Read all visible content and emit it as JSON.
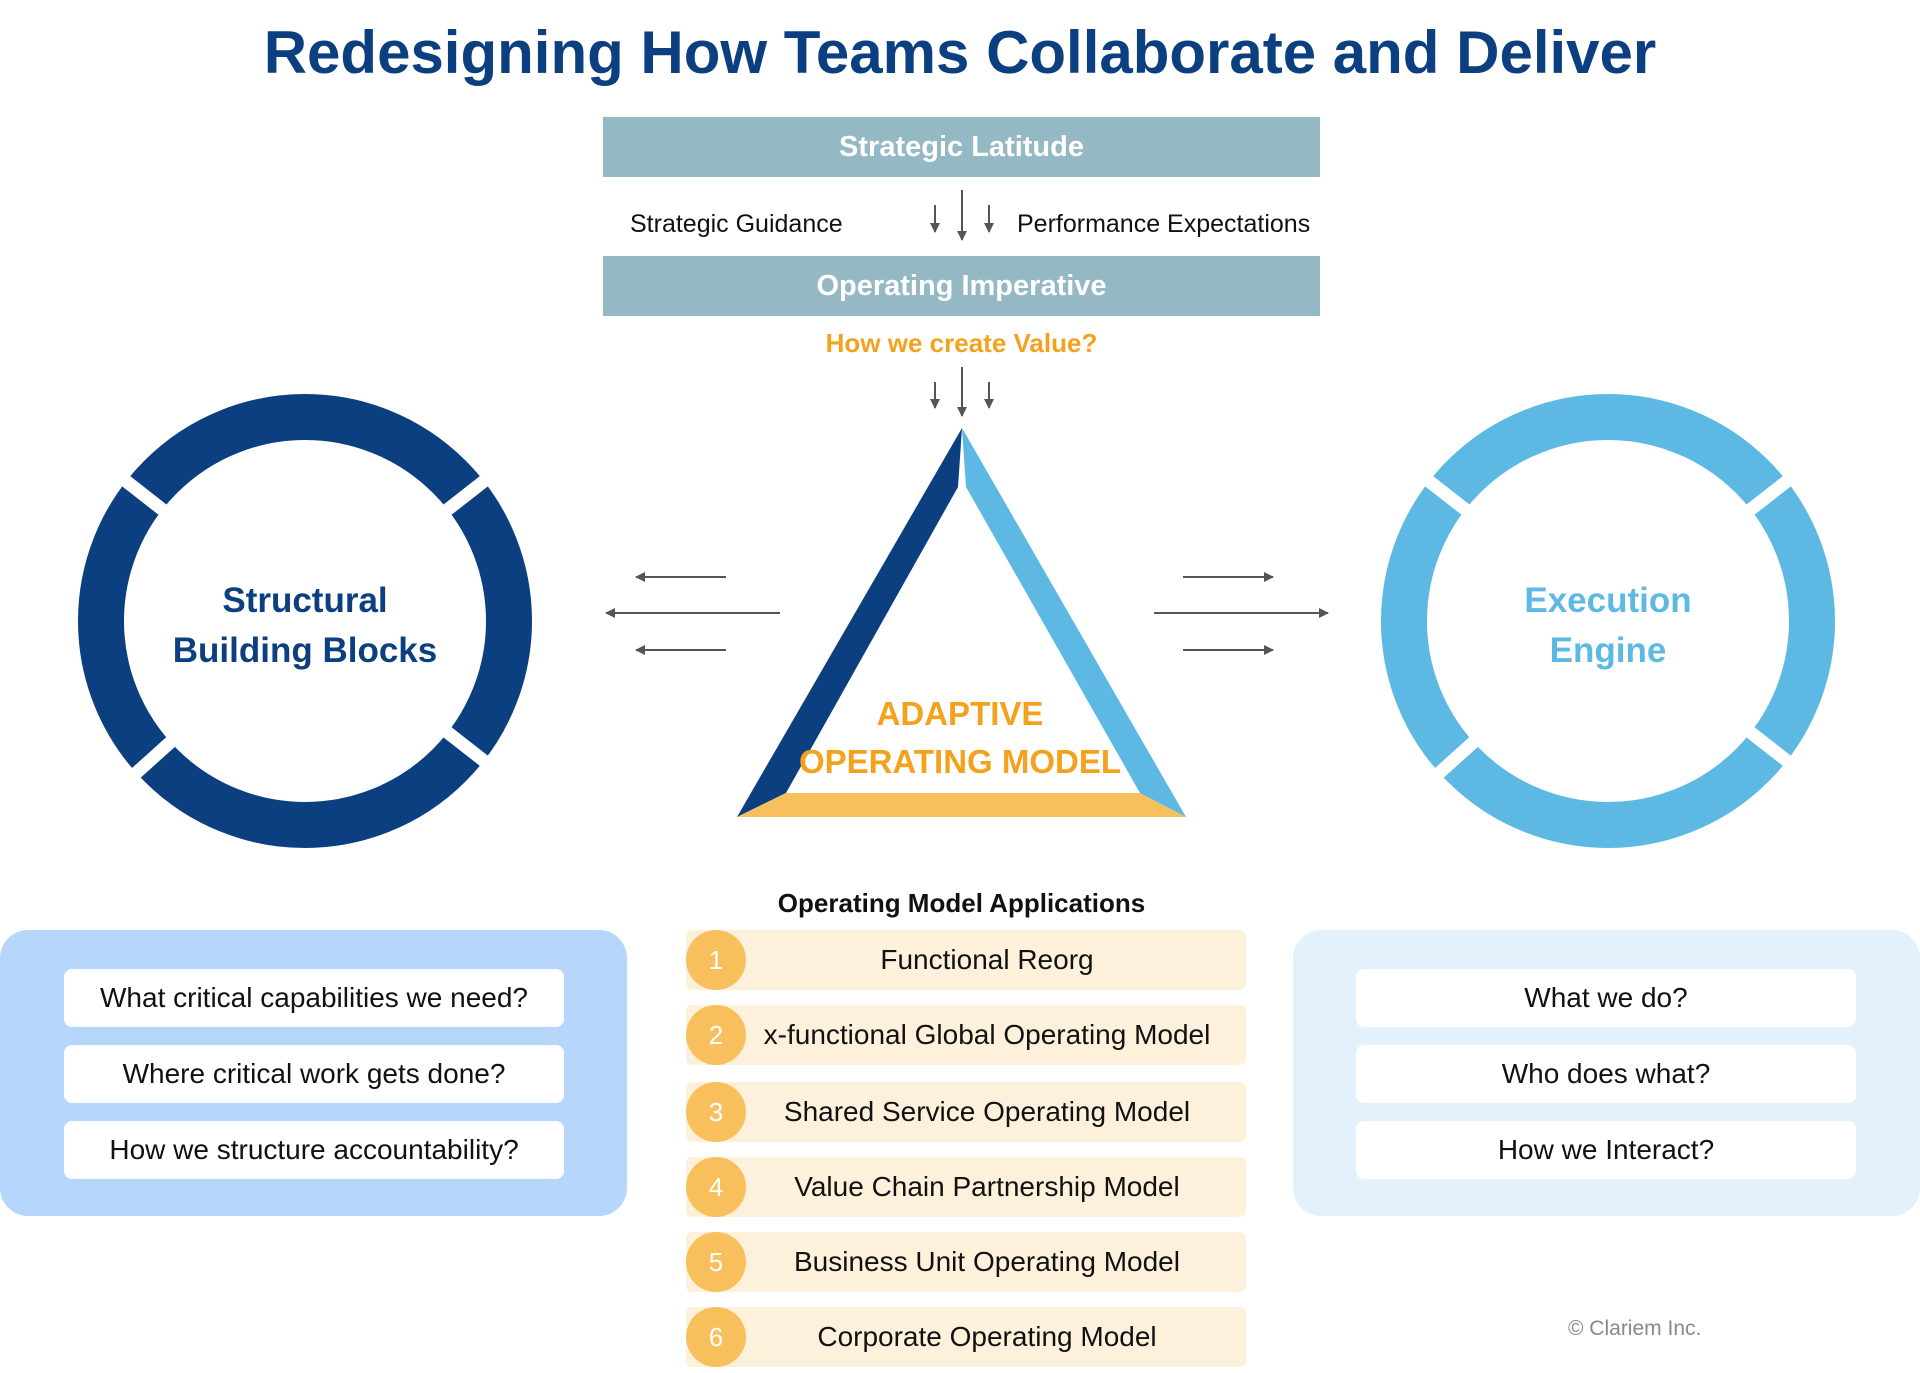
{
  "title": "Redesigning How Teams Collaborate and Deliver",
  "top": {
    "strategic_latitude": "Strategic Latitude",
    "strategic_guidance": "Strategic Guidance",
    "performance_expectations": "Performance Expectations",
    "operating_imperative": "Operating Imperative",
    "value_question": "How we create Value?"
  },
  "left_ring": {
    "line1": "Structural",
    "line2": "Building Blocks"
  },
  "right_ring": {
    "line1": "Execution",
    "line2": "Engine"
  },
  "triangle": {
    "line1": "ADAPTIVE",
    "line2": "OPERATING MODEL"
  },
  "applications": {
    "title": "Operating Model Applications",
    "items": [
      {
        "number": "1",
        "label": "Functional Reorg"
      },
      {
        "number": "2",
        "label": "x-functional Global Operating Model"
      },
      {
        "number": "3",
        "label": "Shared Service Operating Model"
      },
      {
        "number": "4",
        "label": "Value Chain Partnership Model"
      },
      {
        "number": "5",
        "label": "Business Unit Operating Model"
      },
      {
        "number": "6",
        "label": "Corporate Operating Model"
      }
    ]
  },
  "left_panel": {
    "questions": [
      "What critical capabilities we need?",
      "Where critical work gets done?",
      "How we structure accountability?"
    ]
  },
  "right_panel": {
    "questions": [
      "What we do?",
      "Who does what?",
      "How we Interact?"
    ]
  },
  "copyright": "© Clariem Inc.",
  "colors": {
    "navy": "#0b3f80",
    "light_blue": "#5eb8e4",
    "orange": "#f4a21d",
    "band": "#95b9c4",
    "left_panel_bg": "#b6d7fb",
    "right_panel_bg": "#e2f1fb",
    "app_row_bg": "#fdf1dc",
    "app_badge": "#f8c05c"
  }
}
